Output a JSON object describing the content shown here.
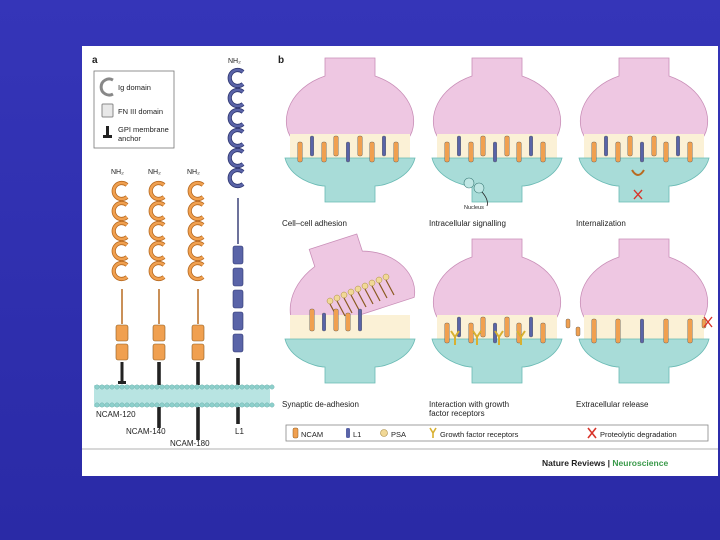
{
  "panel_a": {
    "letter": "a",
    "legend": {
      "ig": "Ig domain",
      "fn3": "FN III domain",
      "gpi_line1": "GPI membrane",
      "gpi_line2": "anchor"
    },
    "nh2": "NH₂",
    "isoforms": [
      "NCAM-120",
      "NCAM-140",
      "NCAM-180",
      "L1"
    ]
  },
  "panel_b": {
    "letter": "b",
    "captions": [
      "Cell–cell adhesion",
      "Intracellular signalling",
      "Internalization",
      "Synaptic de-adhesion",
      "Interaction with growth",
      "factor receptors",
      "Extracellular release"
    ],
    "nucleus": "Nucleus",
    "key": [
      "NCAM",
      "L1",
      "PSA",
      "Growth factor receptors",
      "Proteolytic degradation"
    ]
  },
  "credit": {
    "journal": "Nature Reviews",
    "sep": " | ",
    "field": "Neuroscience"
  },
  "colors": {
    "ncam": "#f0a050",
    "l1": "#5a64a8",
    "pre": "#eec7e2",
    "post": "#a8dcd8",
    "accent": "#3a9a4a",
    "degrade": "#d8342a"
  }
}
